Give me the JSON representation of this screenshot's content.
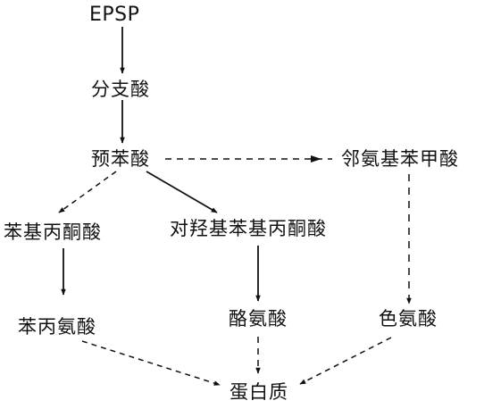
{
  "diagram": {
    "nodes": {
      "epsp": "EPSP",
      "chorismate": "分支酸",
      "prephenate": "预苯酸",
      "anthranilate": "邻氨基苯甲酸",
      "phenylpyruvate": "苯基丙酮酸",
      "hydroxyphenylpyruvate": "对羟基苯基丙酮酸",
      "phenylalanine": "苯丙氨酸",
      "tyrosine": "酪氨酸",
      "tryptophan": "色氨酸",
      "protein": "蛋白质"
    },
    "edges": [
      {
        "from": "epsp",
        "to": "chorismate",
        "style": "solid"
      },
      {
        "from": "chorismate",
        "to": "prephenate",
        "style": "solid"
      },
      {
        "from": "prephenate",
        "to": "anthranilate",
        "style": "dashed"
      },
      {
        "from": "prephenate",
        "to": "phenylpyruvate",
        "style": "dashed"
      },
      {
        "from": "prephenate",
        "to": "hydroxyphenylpyruvate",
        "style": "solid"
      },
      {
        "from": "anthranilate",
        "to": "tryptophan",
        "style": "dashed"
      },
      {
        "from": "phenylpyruvate",
        "to": "phenylalanine",
        "style": "solid"
      },
      {
        "from": "hydroxyphenylpyruvate",
        "to": "tyrosine",
        "style": "solid"
      },
      {
        "from": "phenylalanine",
        "to": "protein",
        "style": "dashed"
      },
      {
        "from": "tyrosine",
        "to": "protein",
        "style": "dashed"
      },
      {
        "from": "tryptophan",
        "to": "protein",
        "style": "dashed"
      }
    ]
  }
}
